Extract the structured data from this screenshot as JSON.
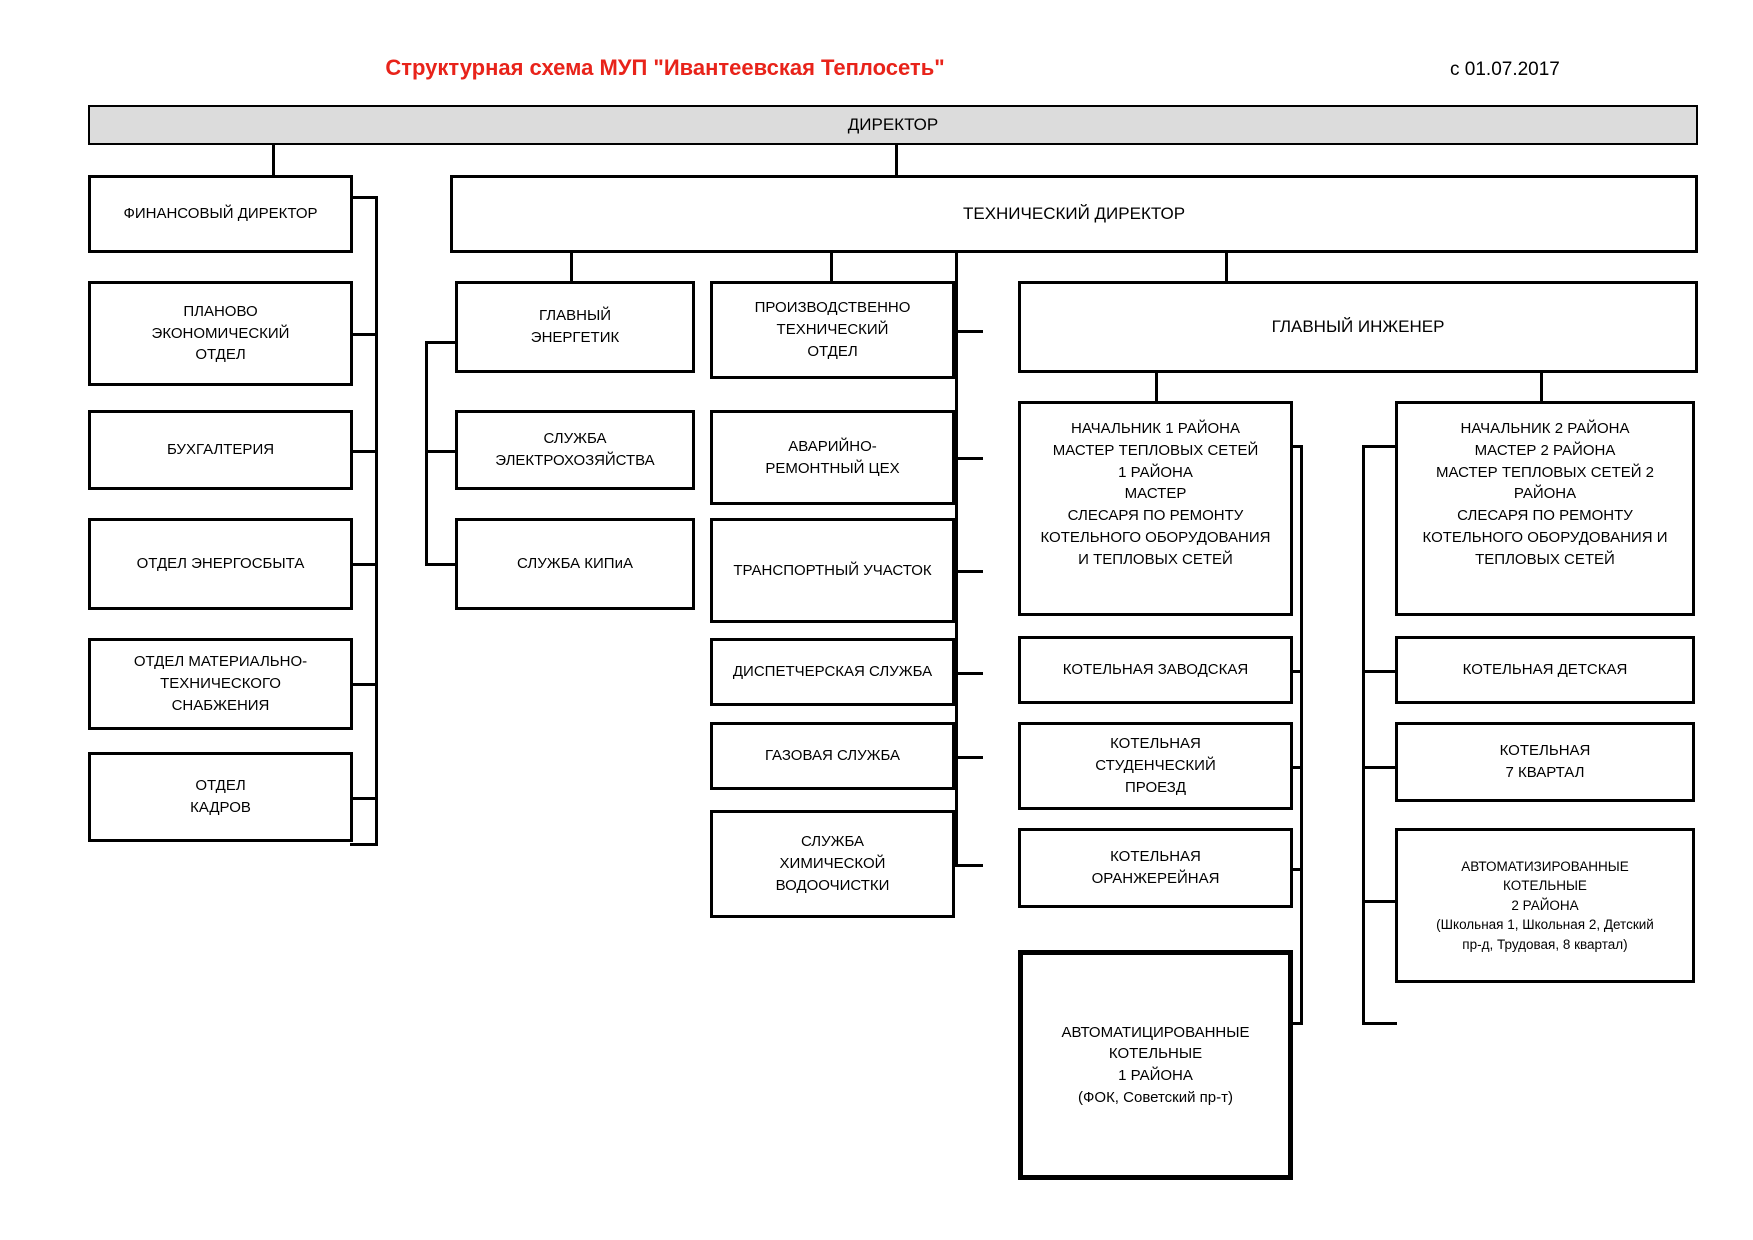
{
  "header": {
    "title": "Структурная схема МУП \"Ивантеевская Теплосеть\"",
    "date": "с 01.07.2017",
    "title_color": "#e8231a"
  },
  "top": {
    "director": "ДИРЕКТОР",
    "financial_director": "ФИНАНСОВЫЙ ДИРЕКТОР",
    "technical_director": "ТЕХНИЧЕСКИЙ ДИРЕКТОР",
    "chief_engineer": "ГЛАВНЫЙ ИНЖЕНЕР"
  },
  "finance_column": [
    {
      "label": "ПЛАНОВО\nЭКОНОМИЧЕСКИЙ\nОТДЕЛ"
    },
    {
      "label": "БУХГАЛТЕРИЯ"
    },
    {
      "label": "ОТДЕЛ ЭНЕРГОСБЫТА"
    },
    {
      "label": "ОТДЕЛ МАТЕРИАЛЬНО-\nТЕХНИЧЕСКОГО\nСНАБЖЕНИЯ"
    },
    {
      "label": "ОТДЕЛ\nКАДРОВ"
    }
  ],
  "energy_column": [
    {
      "label": "ГЛАВНЫЙ\nЭНЕРГЕТИК"
    },
    {
      "label": "СЛУЖБА\nЭЛЕКТРОХОЗЯЙСТВА"
    },
    {
      "label": "СЛУЖБА КИПиА"
    }
  ],
  "production_column": [
    {
      "label": "ПРОИЗВОДСТВЕННО\nТЕХНИЧЕСКИЙ\nОТДЕЛ"
    },
    {
      "label": "АВАРИЙНО-\nРЕМОНТНЫЙ ЦЕХ"
    },
    {
      "label": "ТРАНСПОРТНЫЙ УЧАСТОК"
    },
    {
      "label": "ДИСПЕТЧЕРСКАЯ СЛУЖБА"
    },
    {
      "label": "ГАЗОВАЯ СЛУЖБА"
    },
    {
      "label": "СЛУЖБА\nХИМИЧЕСКОЙ\nВОДООЧИСТКИ"
    }
  ],
  "district1_column": [
    {
      "label": "НАЧАЛЬНИК 1 РАЙОНА\nМАСТЕР ТЕПЛОВЫХ СЕТЕЙ\n1 РАЙОНА\nМАСТЕР\nСЛЕСАРЯ ПО РЕМОНТУ\nКОТЕЛЬНОГО ОБОРУДОВАНИЯ\nИ ТЕПЛОВЫХ СЕТЕЙ"
    },
    {
      "label": "КОТЕЛЬНАЯ ЗАВОДСКАЯ"
    },
    {
      "label": "КОТЕЛЬНАЯ\nСТУДЕНЧЕСКИЙ\nПРОЕЗД"
    },
    {
      "label": "КОТЕЛЬНАЯ\nОРАНЖЕРЕЙНАЯ"
    },
    {
      "label": "АВТОМАТИЦИРОВАННЫЕ\nКОТЕЛЬНЫЕ\n1 РАЙОНА\n(ФОК, Советский пр-т)"
    }
  ],
  "district2_column": [
    {
      "label": "НАЧАЛЬНИК 2 РАЙОНА\nМАСТЕР 2 РАЙОНА\nМАСТЕР ТЕПЛОВЫХ СЕТЕЙ 2\nРАЙОНА\nСЛЕСАРЯ ПО РЕМОНТУ\nКОТЕЛЬНОГО ОБОРУДОВАНИЯ И\nТЕПЛОВЫХ СЕТЕЙ"
    },
    {
      "label": "КОТЕЛЬНАЯ ДЕТСКАЯ"
    },
    {
      "label": "КОТЕЛЬНАЯ\n7 КВАРТАЛ"
    },
    {
      "label": "АВТОМАТИЗИРОВАННЫЕ\nКОТЕЛЬНЫЕ\n2 РАЙОНА\n(Школьная 1, Школьная 2, Детский\nпр-д, Трудовая, 8 квартал)"
    }
  ]
}
